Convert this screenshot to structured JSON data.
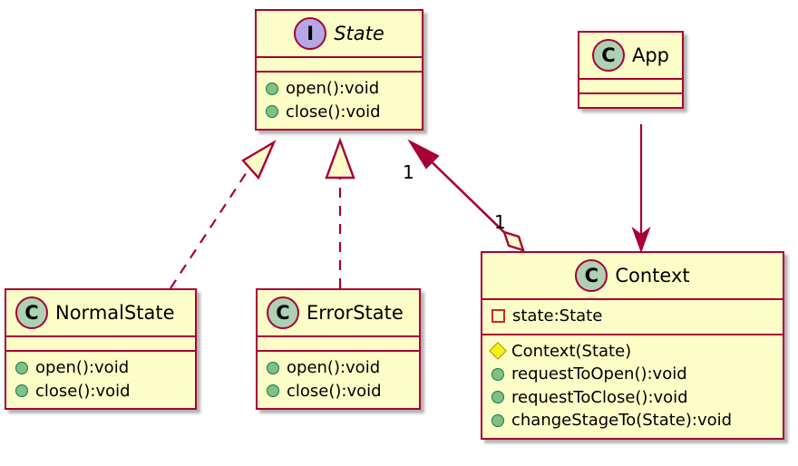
{
  "diagram": {
    "type": "uml-class-diagram",
    "background": "#ffffff",
    "border_color": "#A80036",
    "fill_color": "#FDFDC8",
    "interface_icon_color": "#B4A7E5",
    "class_icon_color": "#ADD1B2",
    "public_marker_color": "#84BE84",
    "private_marker_color": "#C82930",
    "package_marker_color": "#F2F211"
  },
  "classes": {
    "state": {
      "name": "State",
      "stereotype_letter": "I",
      "stereotype": "interface",
      "attributes": [],
      "methods": [
        {
          "visibility": "public",
          "label": "open():void"
        },
        {
          "visibility": "public",
          "label": "close():void"
        }
      ]
    },
    "app": {
      "name": "App",
      "stereotype_letter": "C",
      "stereotype": "class",
      "attributes": [],
      "methods": []
    },
    "normalstate": {
      "name": "NormalState",
      "stereotype_letter": "C",
      "stereotype": "class",
      "attributes": [],
      "methods": [
        {
          "visibility": "public",
          "label": "open():void"
        },
        {
          "visibility": "public",
          "label": "close():void"
        }
      ]
    },
    "errorstate": {
      "name": "ErrorState",
      "stereotype_letter": "C",
      "stereotype": "class",
      "attributes": [],
      "methods": [
        {
          "visibility": "public",
          "label": "open():void"
        },
        {
          "visibility": "public",
          "label": "close():void"
        }
      ]
    },
    "context": {
      "name": "Context",
      "stereotype_letter": "C",
      "stereotype": "class",
      "attributes": [
        {
          "visibility": "private",
          "label": "state:State"
        }
      ],
      "methods": [
        {
          "visibility": "package",
          "label": "Context(State)"
        },
        {
          "visibility": "public",
          "label": "requestToOpen():void"
        },
        {
          "visibility": "public",
          "label": "requestToClose():void"
        },
        {
          "visibility": "public",
          "label": "changeStageTo(State):void"
        }
      ]
    }
  },
  "relations": [
    {
      "id": "normalstate-implements-state",
      "from": "NormalState",
      "to": "State",
      "kind": "realization",
      "line": "dashed",
      "arrowhead": "hollow-triangle",
      "source_multiplicity": "",
      "target_multiplicity": ""
    },
    {
      "id": "errorstate-implements-state",
      "from": "ErrorState",
      "to": "State",
      "kind": "realization",
      "line": "dashed",
      "arrowhead": "hollow-triangle",
      "source_multiplicity": "",
      "target_multiplicity": ""
    },
    {
      "id": "context-aggregates-state",
      "from": "Context",
      "to": "State",
      "kind": "aggregation",
      "line": "solid",
      "arrowhead": "open-arrow",
      "source_decoration": "hollow-diamond",
      "source_multiplicity": "1",
      "target_multiplicity": "1"
    },
    {
      "id": "app-uses-context",
      "from": "App",
      "to": "Context",
      "kind": "association",
      "line": "solid",
      "arrowhead": "filled-arrow",
      "source_multiplicity": "",
      "target_multiplicity": ""
    }
  ],
  "labels": {
    "state_end_multiplicity": "1",
    "context_end_multiplicity": "1"
  }
}
